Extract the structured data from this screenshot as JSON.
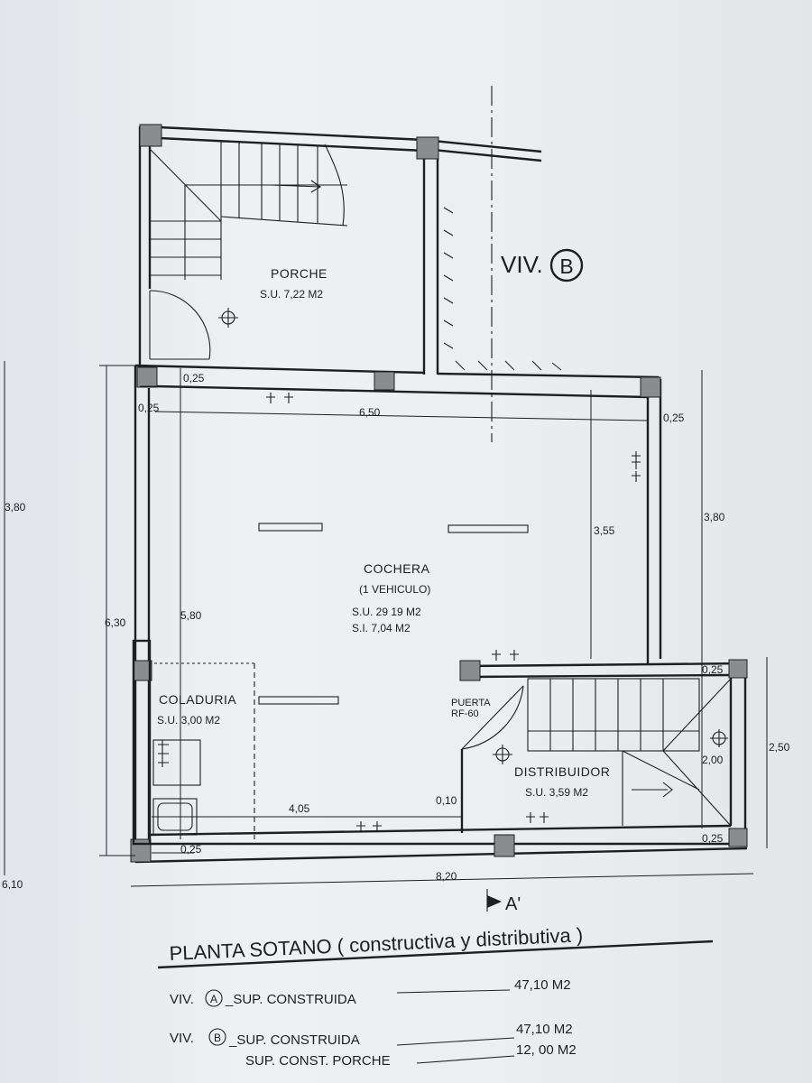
{
  "dwelling_label": "VIV.",
  "dwelling_letter": "B",
  "rooms": {
    "porche": {
      "name": "PORCHE",
      "area": "S.U. 7,22 M2"
    },
    "cochera": {
      "name": "COCHERA",
      "note": "(1 VEHICULO)",
      "area_su": "S.U. 29 19 M2",
      "area_si": "S.I. 7,04 M2"
    },
    "coladuria": {
      "name": "COLADURIA",
      "area": "S.U. 3,00 M2"
    },
    "distribuidor": {
      "name": "DISTRIBUIDOR",
      "area": "S.U. 3,59 M2"
    }
  },
  "door_label": {
    "line1": "PUERTA",
    "line2": "RF-60"
  },
  "dimensions": {
    "d025_a": "0,25",
    "d025_b": "0,25",
    "d025_c": "0,25",
    "d025_d": "0,25",
    "d025_e": "0,25",
    "d025_f": "0,25",
    "d650": "6,50",
    "d355": "3,55",
    "d380_right": "3,80",
    "d380_left": "3,80",
    "d630": "6,30",
    "d580": "5,80",
    "d405": "4,05",
    "d010": "0,10",
    "d200": "2,00",
    "d250": "2,50",
    "d820": "8,20",
    "d610": "6,10"
  },
  "section_marker": "A'",
  "title": "PLANTA SOTANO ( constructiva y distributiva )",
  "summary": {
    "row1": {
      "prefix": "VIV.",
      "letter": "A",
      "label": "_SUP. CONSTRUIDA",
      "value": "47,10 M2"
    },
    "row2": {
      "prefix": "VIV.",
      "letter": "B",
      "label": "_SUP. CONSTRUIDA",
      "value": "47,10 M2"
    },
    "row3": {
      "label": "SUP. CONST. PORCHE",
      "value": "12, 00 M2"
    }
  }
}
